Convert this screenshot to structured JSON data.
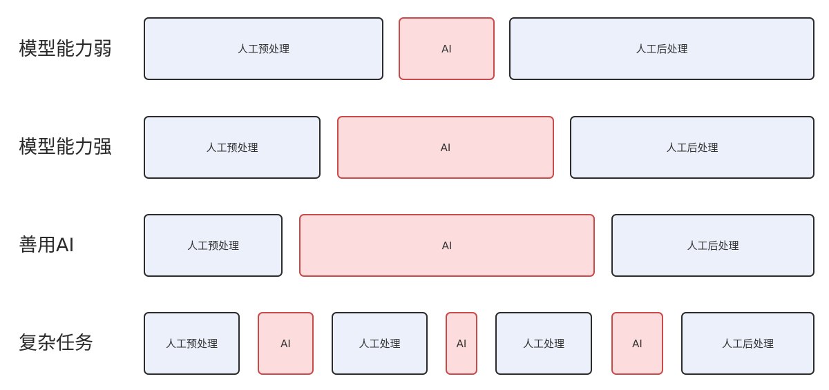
{
  "rows": [
    {
      "label": "模型能力弱",
      "blocks": [
        {
          "kind": "human",
          "text": "人工预处理"
        },
        {
          "kind": "ai",
          "text": "AI"
        },
        {
          "kind": "human",
          "text": "人工后处理"
        }
      ]
    },
    {
      "label": "模型能力强",
      "blocks": [
        {
          "kind": "human",
          "text": "人工预处理"
        },
        {
          "kind": "ai",
          "text": "AI"
        },
        {
          "kind": "human",
          "text": "人工后处理"
        }
      ]
    },
    {
      "label": "善用AI",
      "blocks": [
        {
          "kind": "human",
          "text": "人工预处理"
        },
        {
          "kind": "ai",
          "text": "AI"
        },
        {
          "kind": "human",
          "text": "人工后处理"
        }
      ]
    },
    {
      "label": "复杂任务",
      "blocks": [
        {
          "kind": "human",
          "text": "人工预处理"
        },
        {
          "kind": "ai",
          "text": "AI"
        },
        {
          "kind": "human",
          "text": "人工处理"
        },
        {
          "kind": "ai",
          "text": "AI"
        },
        {
          "kind": "human",
          "text": "人工处理"
        },
        {
          "kind": "ai",
          "text": "AI"
        },
        {
          "kind": "human",
          "text": "人工后处理"
        }
      ]
    }
  ],
  "colors": {
    "human_fill": "#ebf0fb",
    "human_border": "#2b2b2b",
    "ai_fill": "#fcdcdc",
    "ai_border": "#c94a4a"
  }
}
